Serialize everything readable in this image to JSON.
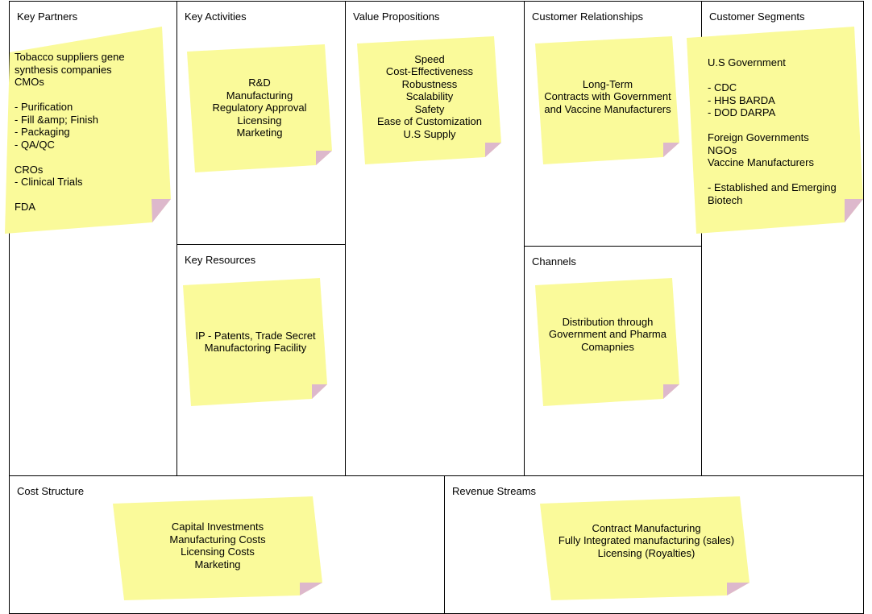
{
  "sections": {
    "key_partners": "Key Partners",
    "key_activities": "Key Activities",
    "key_resources": "Key Resources",
    "value_propositions": "Value Propositions",
    "customer_relationships": "Customer Relationships",
    "channels": "Channels",
    "customer_segments": "Customer Segments",
    "cost_structure": "Cost Structure",
    "revenue_streams": "Revenue Streams"
  },
  "notes": {
    "key_partners": "Tobacco suppliers gene synthesis companies\nCMOs\n\n- Purification\n- Fill &amp; Finish\n- Packaging\n- QA/QC\n\nCROs\n- Clinical Trials\n\nFDA",
    "key_activities": "R&D\nManufacturing\nRegulatory Approval\nLicensing\nMarketing",
    "key_resources": "IP - Patents, Trade Secret\nManufactoring Facility",
    "value_propositions": "Speed\nCost-Effectiveness\nRobustness\nScalability\nSafety\nEase of Customization\nU.S Supply",
    "customer_relationships": "Long-Term\nContracts with Government and Vaccine Manufacturers",
    "channels": "Distribution through Government and Pharma Comapnies",
    "customer_segments": "U.S Government\n\n- CDC\n- HHS BARDA\n- DOD DARPA\n\nForeign Governments\nNGOs\nVaccine Manufacturers\n\n- Established and Emerging Biotech",
    "cost_structure": "Capital Investments\nManufacturing Costs\nLicensing Costs\nMarketing",
    "revenue_streams": "Contract Manufacturing\nFully Integrated manufacturing (sales)\nLicensing (Royalties)"
  },
  "colors": {
    "note_fill": "#fafa9a",
    "note_fold": "#ddb8cc",
    "border": "#000000"
  }
}
